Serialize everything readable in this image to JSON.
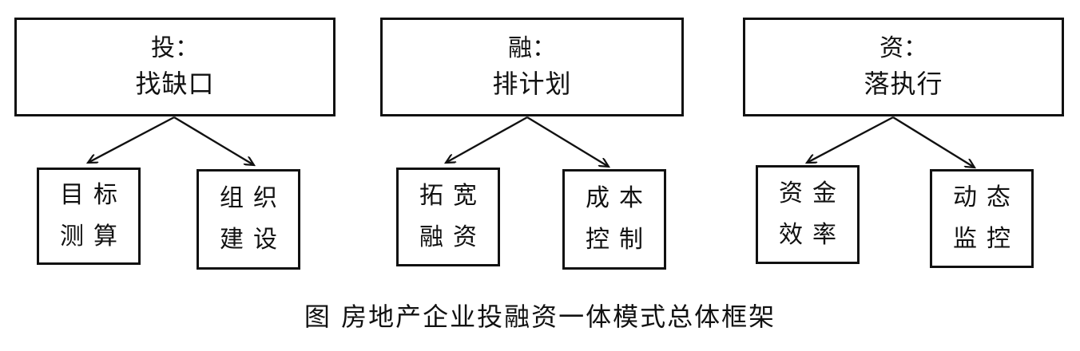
{
  "groups": [
    {
      "title": "投：",
      "subtitle": "找缺口",
      "children": [
        {
          "line1": "目标",
          "line2": "测算"
        },
        {
          "line1": "组织",
          "line2": "建设"
        }
      ]
    },
    {
      "title": "融：",
      "subtitle": "排计划",
      "children": [
        {
          "line1": "拓宽",
          "line2": "融资"
        },
        {
          "line1": "成本",
          "line2": "控制"
        }
      ]
    },
    {
      "title": "资：",
      "subtitle": "落执行",
      "children": [
        {
          "line1": "资金",
          "line2": "效率"
        },
        {
          "line1": "动态",
          "line2": "监控"
        }
      ]
    }
  ],
  "caption": "图 房地产企业投融资一体模式总体框架",
  "colors": {
    "stroke": "#111111",
    "background": "#ffffff"
  }
}
